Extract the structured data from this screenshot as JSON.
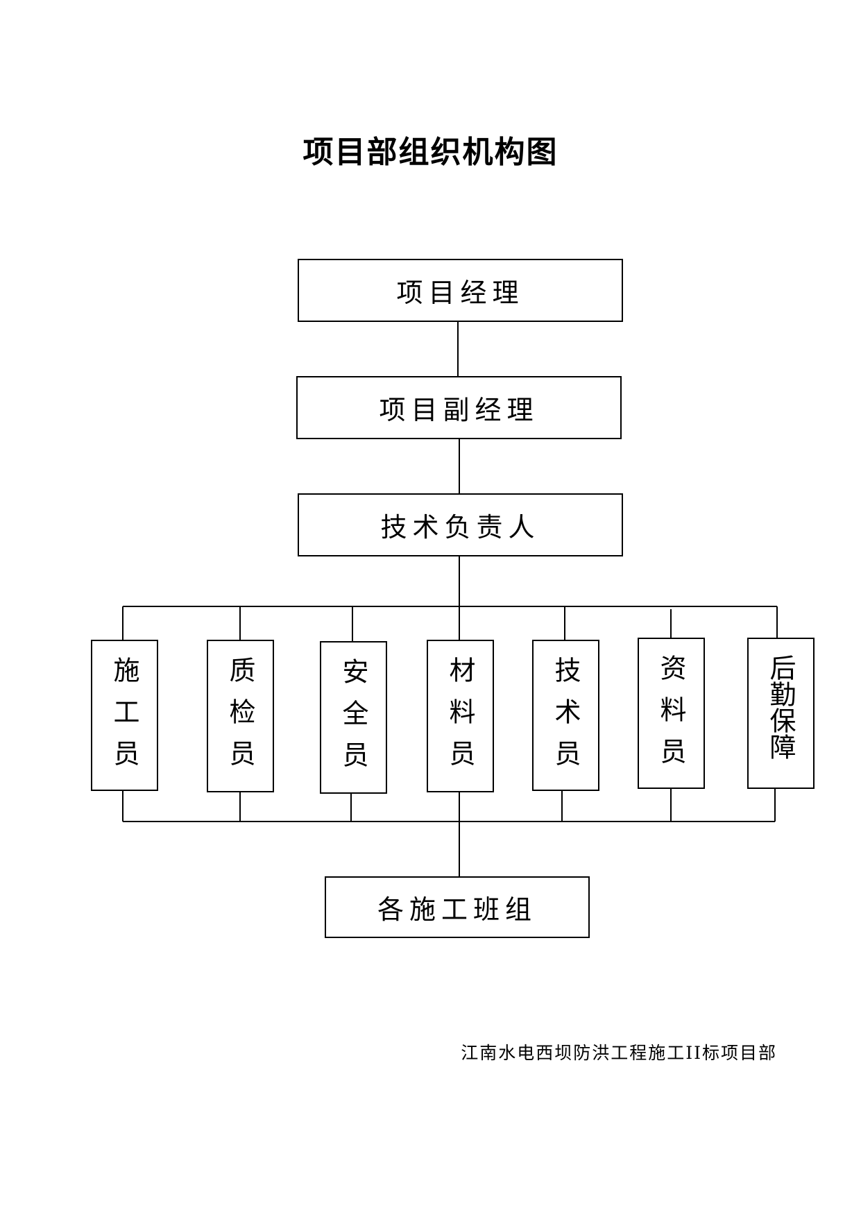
{
  "title": "项目部组织机构图",
  "chart": {
    "top_levels": [
      {
        "label": "项目经理"
      },
      {
        "label": "项目副经理"
      },
      {
        "label": "技术负责人"
      }
    ],
    "departments": [
      {
        "label": "施工员"
      },
      {
        "label": "质检员"
      },
      {
        "label": "安全员"
      },
      {
        "label": "材料员"
      },
      {
        "label": "技术员"
      },
      {
        "label": "资料员"
      },
      {
        "label": "后勤保障"
      }
    ],
    "bottom": {
      "label": "各施工班组"
    }
  },
  "footer": "江南水电西坝防洪工程施工II标项目部"
}
